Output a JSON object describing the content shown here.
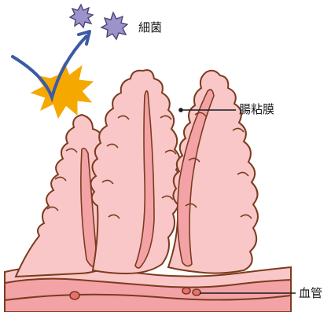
{
  "labels": {
    "bacteria": "細菌",
    "mucosa": "腸粘膜",
    "blood_vessel": "血管"
  },
  "colors": {
    "tissue_light": "#f9c7c8",
    "tissue_mid": "#f3a3a6",
    "tissue_base": "#ee8f92",
    "outline": "#7b3b1e",
    "vessel": "#e87070",
    "bacteria_fill": "#9b93c9",
    "bacteria_outline": "#4a4477",
    "arrow": "#3b5aa8",
    "burst": "#f5a800"
  }
}
